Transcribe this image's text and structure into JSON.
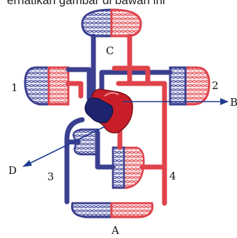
{
  "caption": "erhatikan gambar di bawah ini",
  "labels": {
    "A": "A",
    "B": "B",
    "C": "C",
    "D": "D",
    "one": "1",
    "two": "2",
    "three": "3",
    "four": "4"
  },
  "colors": {
    "artery": "#e0434b",
    "vein": "#3b3f8f",
    "arrow": "#1f3a8f",
    "heart": "#c81e2a",
    "heart_dark": "#1e2470"
  }
}
